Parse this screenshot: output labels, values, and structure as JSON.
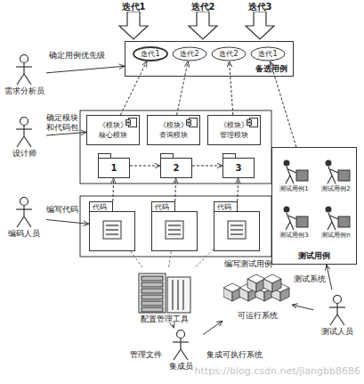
{
  "diagram": {
    "nodes": [
      {
        "text": [
          "迭代1"
        ]
      },
      {
        "text": [
          "迭代2"
        ]
      },
      {
        "text": [
          "迭代3"
        ]
      },
      {
        "text": [
          "需求分析员"
        ]
      },
      {
        "text": [
          "备选用例"
        ]
      },
      {
        "text": [
          "迭代1"
        ],
        "in": 4
      },
      {
        "text": [
          "迭代2"
        ],
        "in": 4
      },
      {
        "text": [
          "迭代2"
        ],
        "in": 4
      },
      {
        "text": [
          "迭代1"
        ],
        "in": 4
      },
      {
        "text": [
          "设计师"
        ]
      },
      {
        "text": [
          "《模块》",
          "核心模块"
        ]
      },
      {
        "text": [
          "《模块》",
          "查询模块"
        ]
      },
      {
        "text": [
          "《模块》",
          "管理模块"
        ]
      },
      {
        "text": [
          "1"
        ]
      },
      {
        "text": [
          "2"
        ]
      },
      {
        "text": [
          "3"
        ]
      },
      {
        "text": [
          "编码人员"
        ]
      },
      {
        "text": [
          "代码"
        ]
      },
      {
        "text": [
          "代码"
        ]
      },
      {
        "text": [
          "代码"
        ]
      },
      {
        "text": [
          "测试用例"
        ]
      },
      {
        "text": [
          "测试用例1"
        ],
        "in": 20
      },
      {
        "text": [
          "测试用例2"
        ],
        "in": 20
      },
      {
        "text": [
          "测试用例3"
        ],
        "in": 20
      },
      {
        "text": [
          "测试用例n"
        ],
        "in": 20
      },
      {
        "text": [
          "配置管理工具"
        ]
      },
      {
        "text": [
          "可运行系统"
        ]
      },
      {
        "text": [
          "测试人员"
        ]
      },
      {
        "text": [
          "集成员"
        ]
      }
    ],
    "edges": [
      {
        "from": 3,
        "to": 4,
        "arrow": "to",
        "label": "确定用例优先级"
      },
      {
        "from": 9,
        "to": 10,
        "arrow": "to",
        "label": "确定模块和代码包"
      },
      {
        "from": 16,
        "to": 17,
        "arrow": "to",
        "label": "编写代码"
      },
      {
        "from": 13,
        "to": 14,
        "arrow": "to"
      },
      {
        "from": 14,
        "to": 15,
        "arrow": "to"
      },
      {
        "from": 10,
        "to": 5,
        "arrow": "to"
      },
      {
        "from": 11,
        "to": 6,
        "arrow": "to"
      },
      {
        "from": 12,
        "to": 7,
        "arrow": "to"
      },
      {
        "from": 17,
        "to": 13,
        "arrow": "to"
      },
      {
        "from": 18,
        "to": 14,
        "arrow": "to"
      },
      {
        "from": 19,
        "to": 15,
        "arrow": "to"
      },
      {
        "from": 20,
        "to": 8,
        "arrow": "to"
      },
      {
        "from": 27,
        "to": 20,
        "arrow": "to",
        "label": "编写测试用例"
      },
      {
        "from": 27,
        "to": 26,
        "arrow": "to",
        "label": "测试系统"
      },
      {
        "from": 28,
        "to": 25,
        "arrow": "to",
        "label": "管理文件"
      },
      {
        "from": 28,
        "to": 26,
        "arrow": "to",
        "label": "集成可执行系统"
      },
      {
        "from": 17,
        "to": 25,
        "arrow": "none"
      },
      {
        "from": 18,
        "to": 25,
        "arrow": "none"
      },
      {
        "from": 19,
        "to": 25,
        "arrow": "none"
      }
    ],
    "labels": [
      "https://blog.csdn.net/jiangbb8686"
    ]
  }
}
